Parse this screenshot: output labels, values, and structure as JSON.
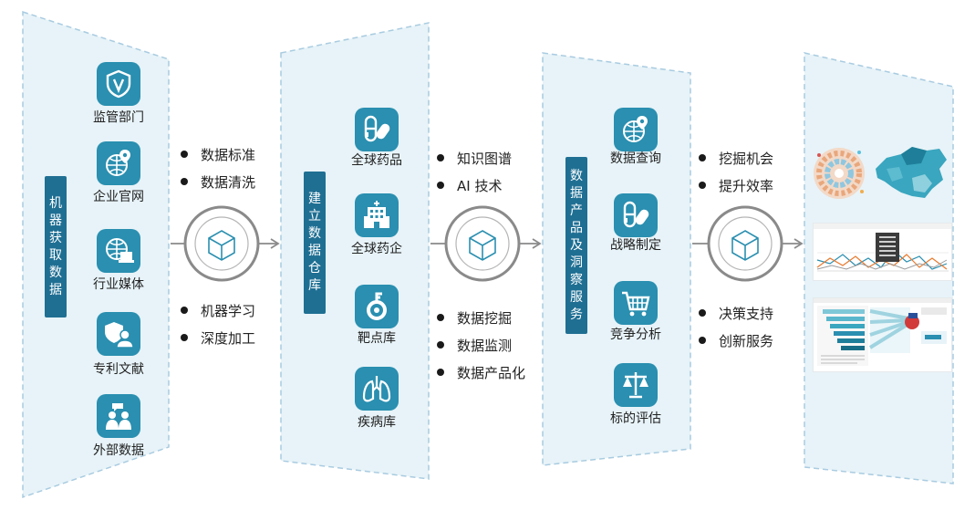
{
  "stages": [
    {
      "label": "机器获取数据",
      "items": [
        {
          "label": "监管部门",
          "icon": "shield-icon"
        },
        {
          "label": "企业官网",
          "icon": "globe-pin-icon"
        },
        {
          "label": "行业媒体",
          "icon": "globe-laptop-icon"
        },
        {
          "label": "专利文献",
          "icon": "patent-shield-user-icon"
        },
        {
          "label": "外部数据",
          "icon": "people-chat-icon"
        }
      ]
    },
    {
      "label": "建立数据仓库",
      "items": [
        {
          "label": "全球药品",
          "icon": "capsule-pill-icon"
        },
        {
          "label": "全球药企",
          "icon": "hospital-building-icon"
        },
        {
          "label": "靶点库",
          "icon": "target-key-icon"
        },
        {
          "label": "疾病库",
          "icon": "lungs-icon"
        }
      ]
    },
    {
      "label": "数据产品及洞察服务",
      "items": [
        {
          "label": "数据查询",
          "icon": "globe-pin-icon"
        },
        {
          "label": "战略制定",
          "icon": "capsule-pill-icon"
        },
        {
          "label": "竞争分析",
          "icon": "shopping-cart-icon"
        },
        {
          "label": "标的评估",
          "icon": "balance-scale-icon"
        }
      ]
    }
  ],
  "connectors": [
    {
      "hub_icon": "cube-icon",
      "top": [
        "数据标准",
        "数据清洗"
      ],
      "bottom": [
        "机器学习",
        "深度加工"
      ]
    },
    {
      "hub_icon": "cube-icon",
      "top": [
        "知识图谱",
        "AI 技术"
      ],
      "bottom": [
        "数据挖掘",
        "数据监测",
        "数据产品化"
      ]
    },
    {
      "hub_icon": "cube-icon",
      "top": [
        "挖掘机会",
        "提升效率"
      ],
      "bottom": [
        "决策支持",
        "创新服务"
      ]
    }
  ],
  "colors": {
    "accent": "#2a8fb0",
    "label_bg": "#1f6f93",
    "panel_fill": "#e7f3f8",
    "panel_border": "#a9cbe0",
    "hub_ring": "#8a8a8a",
    "arrow": "#8a8a8a"
  },
  "thumbnails": [
    "circular-chart-and-map-thumbnail",
    "line-chart-thumbnail",
    "dashboard-thumbnail"
  ]
}
